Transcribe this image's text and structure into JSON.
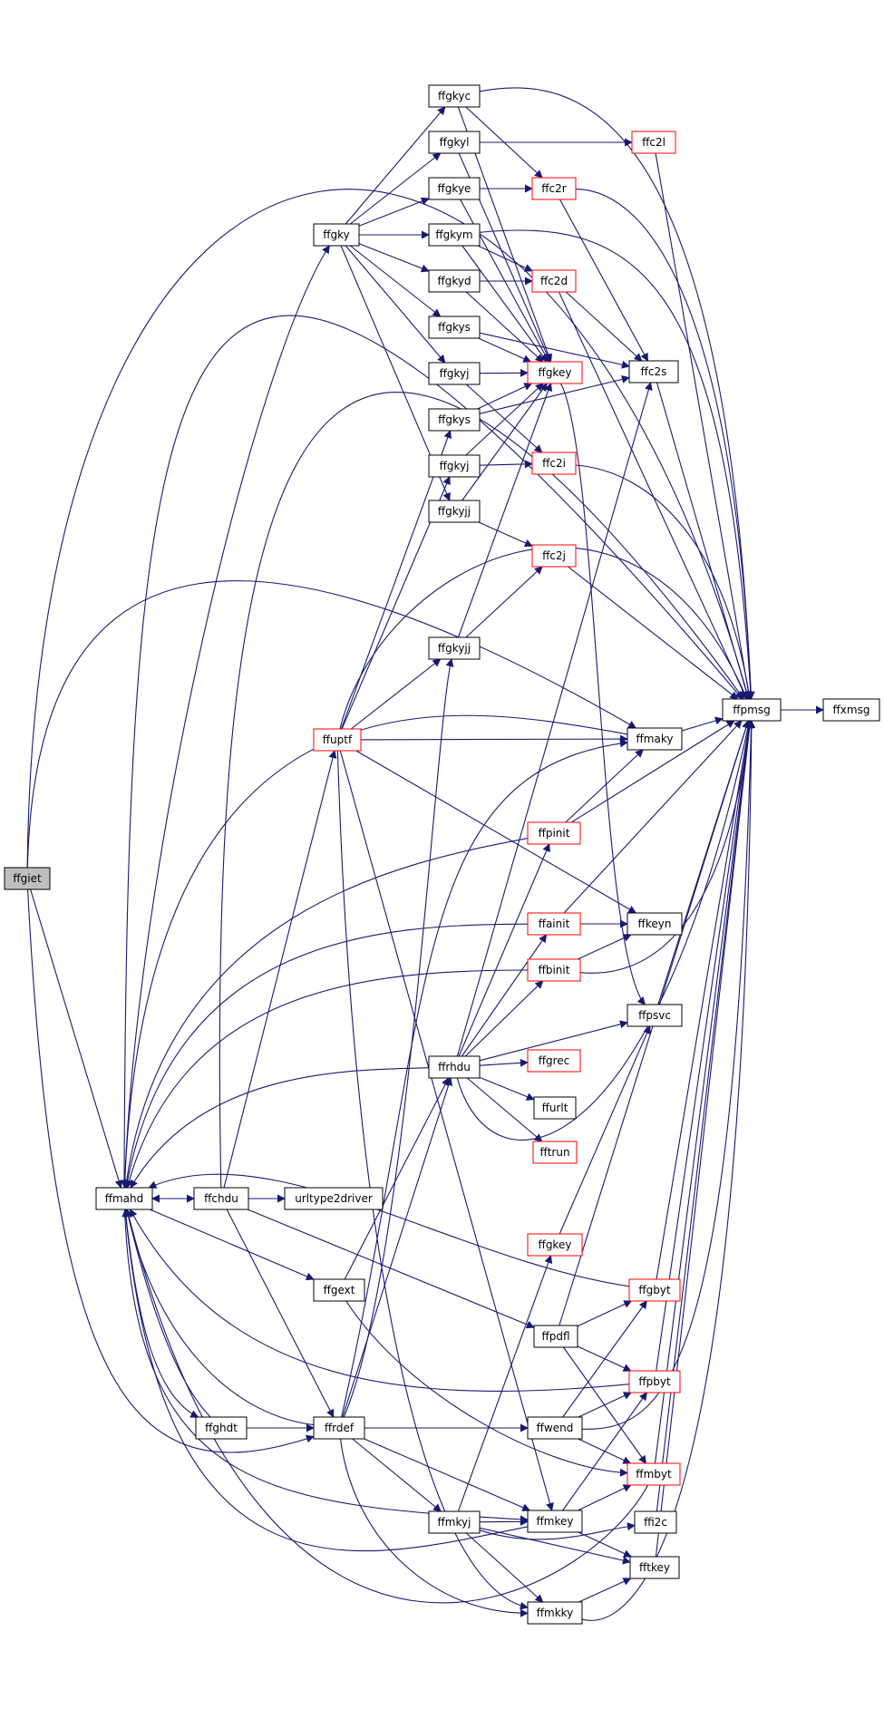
{
  "graph": {
    "colors": {
      "edge": "#191970",
      "border": "#000000",
      "border_incomplete": "#ff0000",
      "root_fill": "#bfbfbf",
      "node_fill": "#ffffff"
    },
    "nodes": {
      "ffgiet": "ffgiet",
      "ffmahd": "ffmahd",
      "ffchdu": "ffchdu",
      "urltype2driver": "urltype2driver",
      "ffgext": "ffgext",
      "ffghdt": "ffghdt",
      "ffrdef": "ffrdef",
      "ffgky": "ffgky",
      "ffuptf": "ffuptf",
      "ffgkyc": "ffgkyc",
      "ffgkyl": "ffgkyl",
      "ffgkye": "ffgkye",
      "ffgkym": "ffgkym",
      "ffgkyd": "ffgkyd",
      "ffgkys1": "ffgkys",
      "ffgkyj1": "ffgkyj",
      "ffgkys2": "ffgkys",
      "ffgkyj2": "ffgkyj",
      "ffgkyjj1": "ffgkyjj",
      "ffgkyjj2": "ffgkyjj",
      "ffrhdu": "ffrhdu",
      "ffmkyj": "ffmkyj",
      "ffc2l": "ffc2l",
      "ffc2r": "ffc2r",
      "ffc2d": "ffc2d",
      "ffgkey1": "ffgkey",
      "ffc2i": "ffc2i",
      "ffc2j": "ffc2j",
      "ffpinit": "ffpinit",
      "ffainit": "ffainit",
      "ffbinit": "ffbinit",
      "ffgrec": "ffgrec",
      "ffurlt": "ffurlt",
      "fftrun": "fftrun",
      "ffgkey2": "ffgkey",
      "ffpdfl": "ffpdfl",
      "ffwend": "ffwend",
      "ffmkey": "ffmkey",
      "ffmkky": "ffmkky",
      "ffc2s": "ffc2s",
      "ffmaky": "ffmaky",
      "ffkeyn": "ffkeyn",
      "ffpsvc": "ffpsvc",
      "ffgbyt": "ffgbyt",
      "ffpbyt": "ffpbyt",
      "ffmbyt": "ffmbyt",
      "ffi2c": "ffi2c",
      "fftkey": "fftkey",
      "ffpmsg": "ffpmsg",
      "ffxmsg": "ffxmsg"
    }
  }
}
